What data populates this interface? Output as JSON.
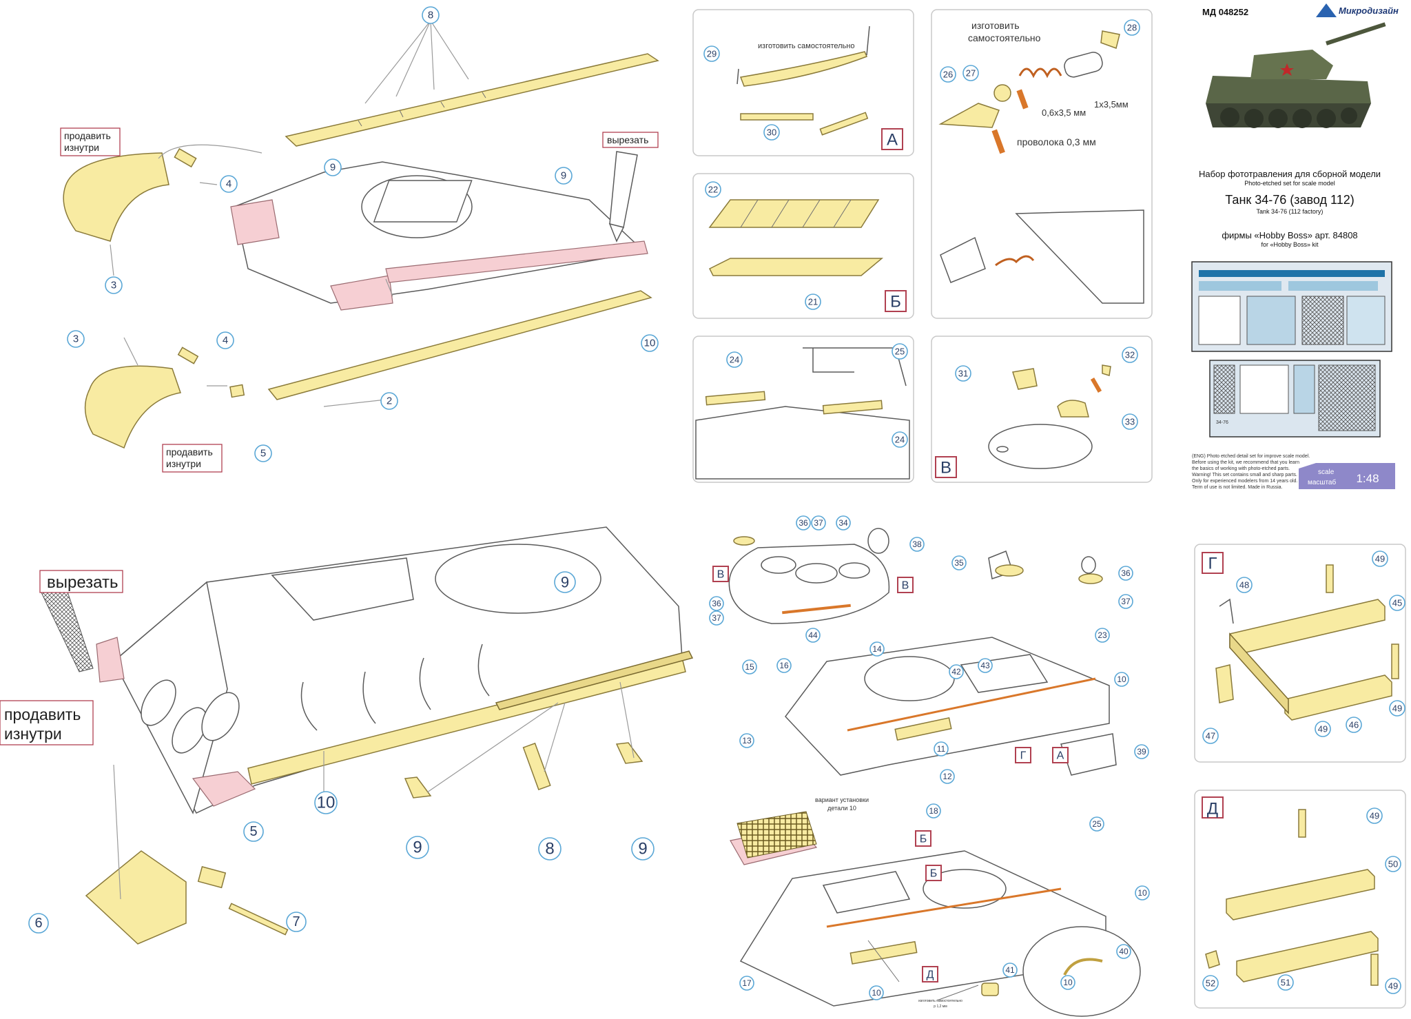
{
  "header": {
    "code": "МД 048252",
    "brand": "Микродизайн",
    "title_ru": "Набор фототравления для сборной модели",
    "title_en": "Photo-etched set for scale model",
    "model_ru": "Танк 34-76 (завод 112)",
    "model_en": "Tank 34-76 (112 factory)",
    "kit_ru": "фирмы «Hobby Boss» арт. 84808",
    "kit_en": "for «Hobby Boss» kit",
    "disclaimer": [
      "(ENG) Photo etched detail set for improve scale model.",
      "Before using the kit, we recommend that you learn",
      "the basics of working with photo-etched parts.",
      "Warning! This set contains small and sharp parts.",
      "Only for experienced modelers from 14 years old.",
      "Term of use is not limited. Made in Russia."
    ],
    "scale_label_en": "scale",
    "scale_label_ru": "масштаб",
    "scale_value": "1:48",
    "fret_label": "34-76"
  },
  "labels": {
    "press_inside": "продавить",
    "press_inside2": "изнутри",
    "cut": "вырезать",
    "make_self": "изготовить самостоятельно",
    "make_self_l1": "изготовить",
    "make_self_l2": "самостоятельно",
    "size_1": "1х3,5мм",
    "size_2": "0,6х3,5 мм",
    "wire": "проволока 0,3 мм",
    "variant_l1": "вариант установки",
    "variant_l2": "детали 10",
    "make_self_small_l1": "изготовить самостоятельно",
    "make_self_small_l2": "р 1,2 мм"
  },
  "panels": {
    "A": "А",
    "B": "Б",
    "V": "В",
    "G": "Г",
    "D": "Д"
  },
  "callouts": {
    "p2": "2",
    "p3": "3",
    "p4": "4",
    "p5": "5",
    "p6": "6",
    "p7": "7",
    "p8": "8",
    "p9": "9",
    "p10": "10",
    "p11": "11",
    "p12": "12",
    "p13": "13",
    "p14": "14",
    "p15": "15",
    "p16": "16",
    "p17": "17",
    "p18": "18",
    "p21": "21",
    "p22": "22",
    "p23": "23",
    "p24": "24",
    "p25": "25",
    "p26": "26",
    "p27": "27",
    "p28": "28",
    "p29": "29",
    "p30": "30",
    "p31": "31",
    "p32": "32",
    "p33": "33",
    "p34": "34",
    "p35": "35",
    "p36": "36",
    "p37": "37",
    "p38": "38",
    "p39": "39",
    "p40": "40",
    "p41": "41",
    "p42": "42",
    "p43": "43",
    "p44": "44",
    "p45": "45",
    "p46": "46",
    "p47": "47",
    "p48": "48",
    "p49": "49",
    "p50": "50",
    "p51": "51",
    "p52": "52"
  },
  "colors": {
    "photo_etch": "#f8eba2",
    "cut_area": "#f6cfd3",
    "callout_ring": "#5aa7d6",
    "panel_letter": "#b04050",
    "scale_badge": "#8e88c9"
  }
}
